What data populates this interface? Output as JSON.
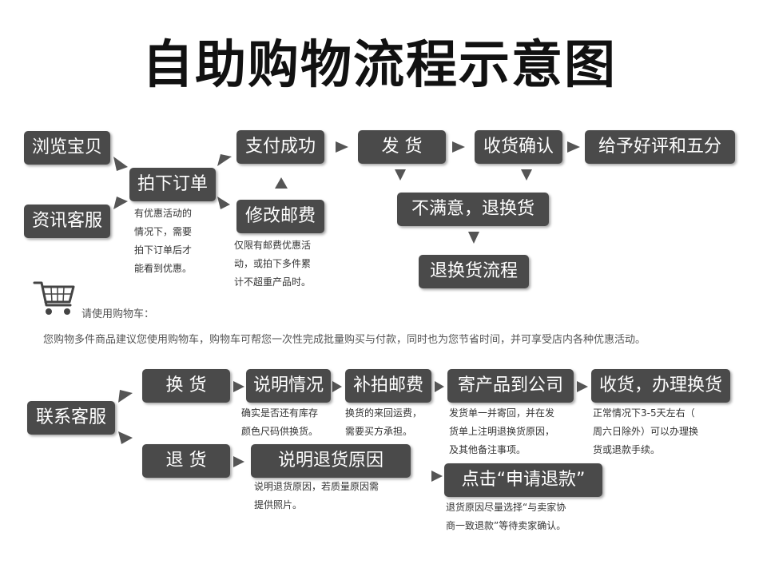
{
  "title": "自助购物流程示意图",
  "colors": {
    "box": "#4a4a4a",
    "arrow": "#555555",
    "text": "#333333"
  },
  "top_flow": {
    "browse": "浏览宝贝",
    "consult": "资讯客服",
    "order": "拍下订单",
    "order_note": "有优惠活动的\n情况下，需要\n拍下订单后才\n能看到优惠。",
    "pay_success": "支付成功",
    "modify_postage": "修改邮费",
    "postage_note": "仅限有邮费优惠活\n动，或拍下多件累\n计不超重产品时。",
    "ship": "发  货",
    "confirm": "收货确认",
    "review": "给予好评和五分",
    "unsatisfied": "不满意，退换货",
    "return_flow": "退换货流程"
  },
  "cart_tip": {
    "icon": "shopping-cart-icon",
    "title": "请使用购物车：",
    "text": "您购物多件商品建议您使用购物车，购物车可帮您一次性完成批量购买与付款，同时也为您节省时间，并可享受店内各种优惠活动。"
  },
  "bottom_flow": {
    "contact": "联系客服",
    "exchange": "换  货",
    "explain_situation": "说明情况",
    "situation_note": "确实是否还有库存\n颜色尺码供换货。",
    "pay_postage": "补拍邮费",
    "postage_note": "换货的来回运费，\n需要买方承担。",
    "send_company": "寄产品到公司",
    "send_note": "发货单一并寄回，并在发\n货单上注明退换货原因，\n及其他备注事项。",
    "receive_exchange": "收货，办理换货",
    "receive_note": "正常情况下3-5天左右（\n周六日除外）可以办理换\n货或退款手续。",
    "return": "退  货",
    "explain_reason": "说明退货原因",
    "reason_note": "说明退货原因，若质量原因需\n提供照片。",
    "apply_refund": "点击“申请退款”",
    "refund_note": "退货原因尽量选择“与卖家协\n商一致退款”等待卖家确认。"
  }
}
